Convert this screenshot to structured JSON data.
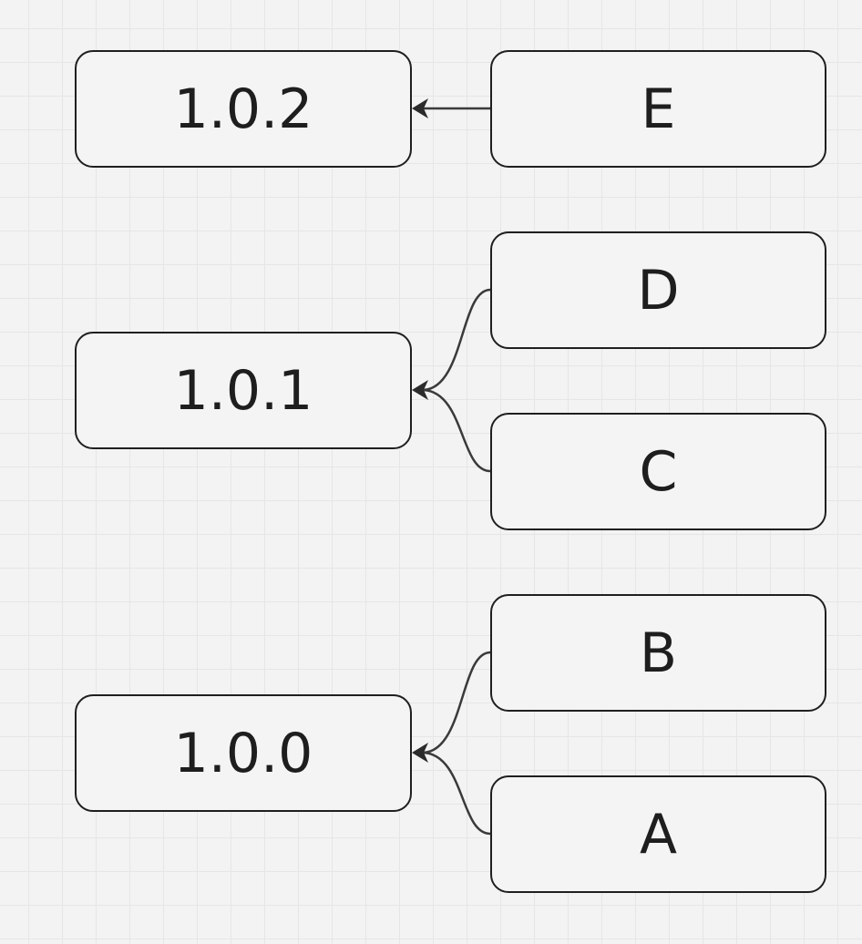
{
  "diagram": {
    "nodes": [
      {
        "id": "v102",
        "label": "1.0.2"
      },
      {
        "id": "e",
        "label": "E"
      },
      {
        "id": "d",
        "label": "D"
      },
      {
        "id": "v101",
        "label": "1.0.1"
      },
      {
        "id": "c",
        "label": "C"
      },
      {
        "id": "b",
        "label": "B"
      },
      {
        "id": "v100",
        "label": "1.0.0"
      },
      {
        "id": "a",
        "label": "A"
      }
    ],
    "edges": [
      {
        "from": "E",
        "to": "1.0.2"
      },
      {
        "from": "D",
        "to": "1.0.1"
      },
      {
        "from": "C",
        "to": "1.0.1"
      },
      {
        "from": "B",
        "to": "1.0.0"
      },
      {
        "from": "A",
        "to": "1.0.0"
      }
    ],
    "colors": {
      "canvas": "#f3f3f3",
      "grid": "#e6e6e6",
      "stroke": "#1f1f1f",
      "text": "#1e1e1e"
    }
  }
}
